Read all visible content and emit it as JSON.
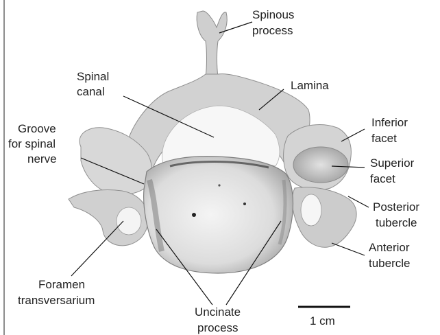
{
  "labels": {
    "spinous_process": [
      "Spinous",
      "process"
    ],
    "spinal_canal": [
      "Spinal",
      "canal"
    ],
    "lamina": [
      "Lamina"
    ],
    "groove_for_spinal_nerve": [
      "Groove",
      "for spinal",
      "nerve"
    ],
    "inferior_facet": [
      "Inferior",
      "facet"
    ],
    "superior_facet": [
      "Superior",
      "facet"
    ],
    "posterior_tubercle": [
      "Posterior",
      "tubercle"
    ],
    "anterior_tubercle": [
      "Anterior",
      "tubercle"
    ],
    "foramen_transversarium": [
      "Foramen",
      "transversarium"
    ],
    "uncinate_process": [
      "Uncinate",
      "process"
    ]
  },
  "scale_bar": {
    "label": "1 cm"
  },
  "colors": {
    "bone": "#d6d6d6",
    "bone_light": "#efefef",
    "bone_dark": "#9a9a9a",
    "ink": "#111111"
  }
}
